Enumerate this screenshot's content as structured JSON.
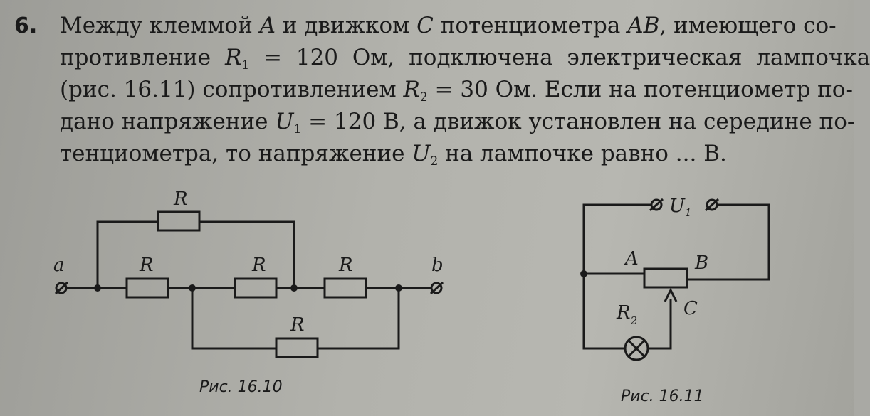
{
  "problem": {
    "number": "6.",
    "line1": [
      "Между клеммой ",
      "A",
      " и движком ",
      "C",
      " потенциометра ",
      "AB",
      ", имеющего со-"
    ],
    "line2": [
      "противление ",
      "R",
      "1",
      " = 120 Ом, подключена электрическая лампочка"
    ],
    "line3": [
      "(рис. 16.11) сопротивлением ",
      "R",
      "2",
      " = 30 Ом. Если на потенциометр по-"
    ],
    "line4": [
      "дано напряжение ",
      "U",
      "1",
      " = 120 В, а движок установлен на середине по-"
    ],
    "line5": [
      "тенциометра, то напряжение ",
      "U",
      "2",
      " на лампочке равно ... В."
    ]
  },
  "figure_1610": {
    "caption": "Рис. 16.10",
    "terminal_a": "a",
    "terminal_b": "b",
    "resistor_label": "R"
  },
  "figure_1611": {
    "caption": "Рис. 16.11",
    "source_label": "U",
    "source_sub": "1",
    "label_A": "A",
    "label_B": "B",
    "label_C": "C",
    "lamp_label": "R",
    "lamp_sub": "2"
  }
}
